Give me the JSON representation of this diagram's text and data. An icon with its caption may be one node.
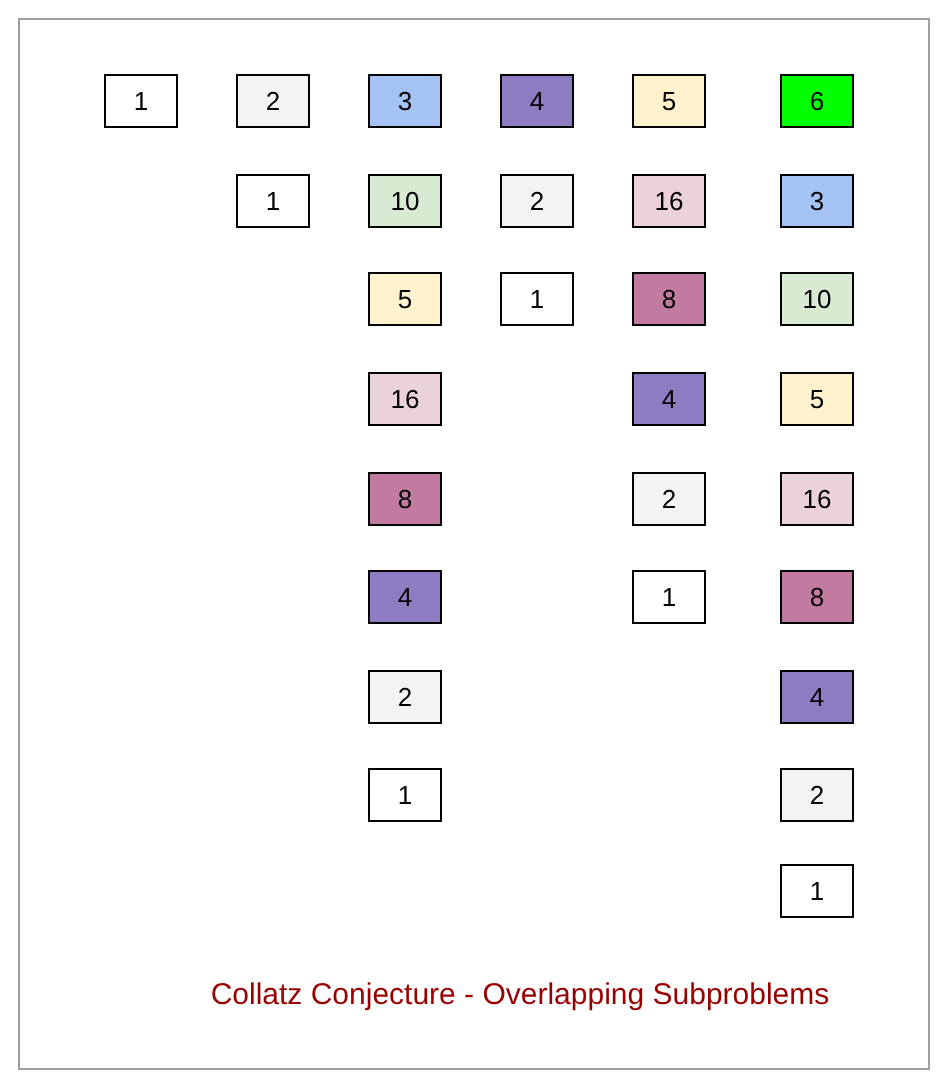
{
  "diagram": {
    "caption": "Collatz Conjecture - Overlapping Subproblems",
    "nodes": [
      {
        "text": [
          "1"
        ]
      },
      {
        "text": [
          "2"
        ]
      },
      {
        "text": [
          "3"
        ]
      },
      {
        "text": [
          "4"
        ]
      },
      {
        "text": [
          "5"
        ]
      },
      {
        "text": [
          "6"
        ]
      },
      {
        "text": [
          "1"
        ]
      },
      {
        "text": [
          "10"
        ]
      },
      {
        "text": [
          "2"
        ]
      },
      {
        "text": [
          "16"
        ]
      },
      {
        "text": [
          "3"
        ]
      },
      {
        "text": [
          "5"
        ]
      },
      {
        "text": [
          "1"
        ]
      },
      {
        "text": [
          "8"
        ]
      },
      {
        "text": [
          "10"
        ]
      },
      {
        "text": [
          "16"
        ]
      },
      {
        "text": [
          "4"
        ]
      },
      {
        "text": [
          "5"
        ]
      },
      {
        "text": [
          "8"
        ]
      },
      {
        "text": [
          "2"
        ]
      },
      {
        "text": [
          "16"
        ]
      },
      {
        "text": [
          "4"
        ]
      },
      {
        "text": [
          "1"
        ]
      },
      {
        "text": [
          "8"
        ]
      },
      {
        "text": [
          "2"
        ]
      },
      {
        "text": [
          "4"
        ]
      },
      {
        "text": [
          "1"
        ]
      },
      {
        "text": [
          "2"
        ]
      },
      {
        "text": [
          "1"
        ]
      }
    ]
  }
}
